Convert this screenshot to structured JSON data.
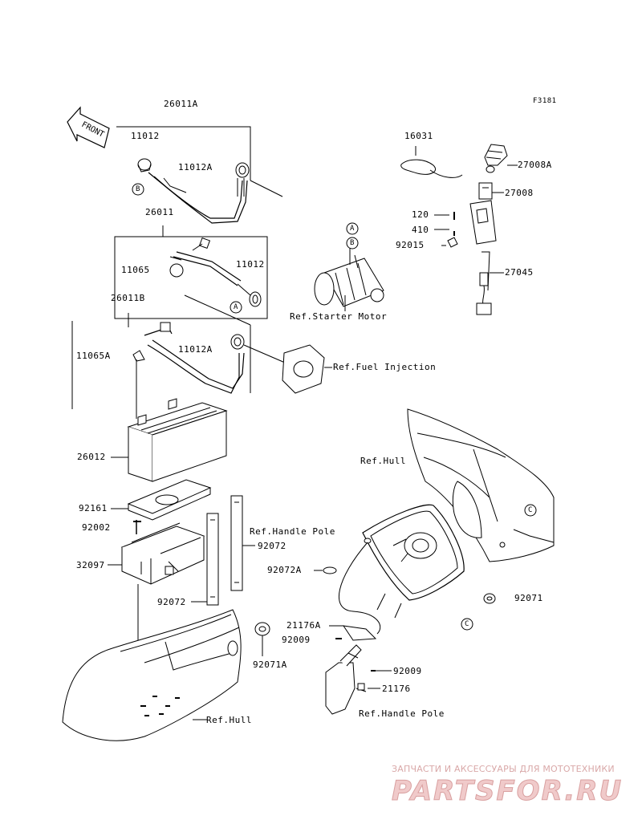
{
  "diagram": {
    "fig_code": "F3181",
    "front_label": "FRONT",
    "labels": {
      "p26011A": "26011A",
      "p11012_top": "11012",
      "p11012A_top": "11012A",
      "p26011": "26011",
      "p11065": "11065",
      "p11012_mid": "11012",
      "p26011B": "26011B",
      "p11065A": "11065A",
      "p11012A_low": "11012A",
      "p26012": "26012",
      "p92161": "92161",
      "p92002": "92002",
      "p32097": "32097",
      "p92072_left": "92072",
      "p92072_right": "92072",
      "p92071A": "92071A",
      "p16031": "16031",
      "p27008A": "27008A",
      "p27008": "27008",
      "p120": "120",
      "p410": "410",
      "p92015": "92015",
      "p27045": "27045",
      "p92072A": "92072A",
      "p21176A": "21176A",
      "p92009_a": "92009",
      "p92009_b": "92009",
      "p21176": "21176",
      "p92071": "92071"
    },
    "refs": {
      "starter_motor": "Ref.Starter Motor",
      "fuel_injection": "Ref.Fuel Injection",
      "hull_upper": "Ref.Hull",
      "handle_pole_upper": "Ref.Handle Pole",
      "hull_lower": "Ref.Hull",
      "handle_pole_lower": "Ref.Handle Pole"
    },
    "callouts": {
      "a": "A",
      "b": "B",
      "c": "C"
    }
  },
  "watermark": {
    "line1": "ЗАПЧАСТИ И АКСЕССУАРЫ ДЛЯ МОТОТЕХНИКИ",
    "line2": "PARTSFOR.RU"
  }
}
